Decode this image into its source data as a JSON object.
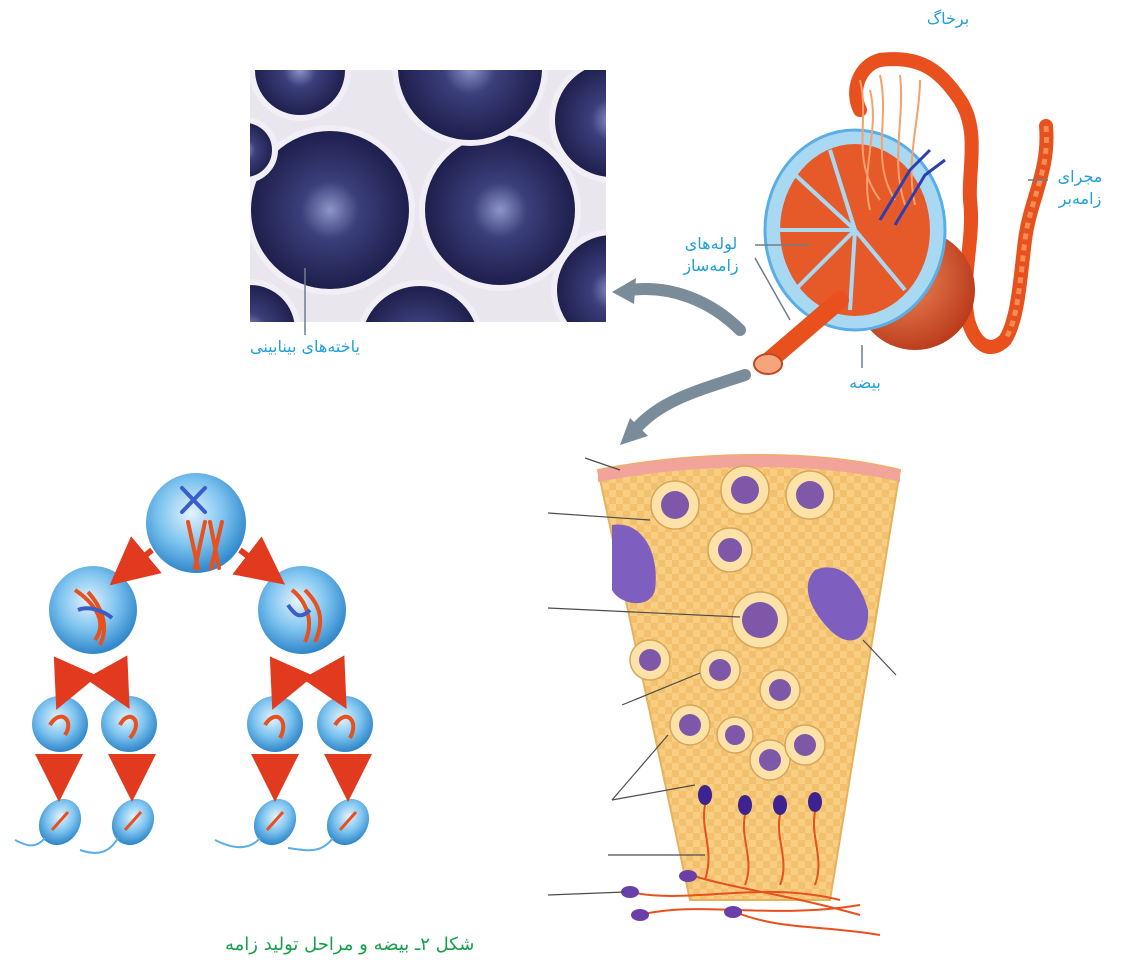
{
  "labels": {
    "epididymis": "برخاگ",
    "vas_deferens_line1": "مجرای",
    "vas_deferens_line2": "زامه‌بر",
    "seminiferous_line1": "لوله‌های",
    "seminiferous_line2": "زامه‌ساز",
    "testis": "بیضه",
    "interstitial_cells": "یاخته‌های بینابینی"
  },
  "caption": "شکل ۲ـ بیضه و مراحل تولید زامه",
  "colors": {
    "label_blue": "#1fa0d6",
    "caption_green": "#16a04a",
    "tissue_orange": "#e8501e",
    "nucleus_purple": "#6a3fa8",
    "cell_blue": "#5aaee6",
    "tissue_yellow": "#f6c977"
  }
}
